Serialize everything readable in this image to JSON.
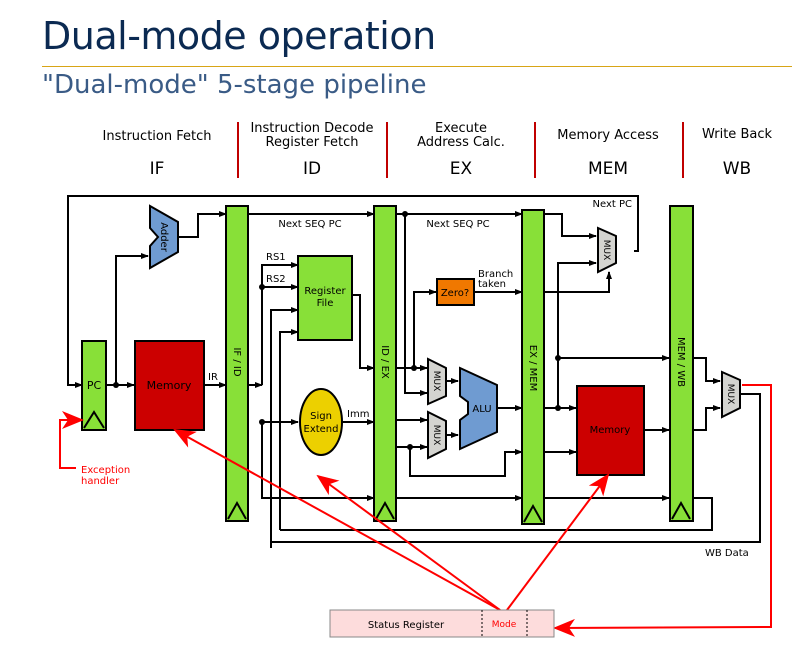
{
  "header": {
    "title": "Dual-mode operation",
    "subtitle": "\"Dual-mode\" 5-stage pipeline"
  },
  "stages": [
    {
      "name_line1": "Instruction Fetch",
      "name_line2": "",
      "abbr": "IF"
    },
    {
      "name_line1": "Instruction Decode",
      "name_line2": "Register Fetch",
      "abbr": "ID"
    },
    {
      "name_line1": "Execute",
      "name_line2": "Address Calc.",
      "abbr": "EX"
    },
    {
      "name_line1": "Memory Access",
      "name_line2": "",
      "abbr": "MEM"
    },
    {
      "name_line1": "Write Back",
      "name_line2": "",
      "abbr": "WB"
    }
  ],
  "blocks": {
    "pc": "PC",
    "instr_memory": "Memory",
    "adder": "Adder",
    "if_id": "IF / ID",
    "register_file_1": "Register",
    "register_file_2": "File",
    "sign_extend_1": "Sign",
    "sign_extend_2": "Extend",
    "id_ex": "ID / EX",
    "zero": "Zero?",
    "mux": "MUX",
    "alu": "ALU",
    "ex_mem": "EX / MEM",
    "data_memory": "Memory",
    "mem_wb": "MEM / WB"
  },
  "signals": {
    "next_seq_pc": "Next SEQ PC",
    "next_pc": "Next PC",
    "rs1": "RS1",
    "rs2": "RS2",
    "ir": "IR",
    "imm": "Imm",
    "branch_1": "Branch",
    "branch_2": "taken",
    "wb_data": "WB Data",
    "exception_1": "Exception",
    "exception_2": "handler"
  },
  "status_register": {
    "label": "Status Register",
    "mode": "Mode"
  },
  "colors": {
    "pipeline_reg": "#88e038",
    "memory": "#cc0000",
    "adder_alu": "#6f9bd1",
    "mux": "#d4d4d0",
    "zero": "#f07800",
    "sign_extend": "#ecd000",
    "annotation": "#ff0000",
    "status_fill": "#fddcdc",
    "stage_divider": "#c00000"
  }
}
